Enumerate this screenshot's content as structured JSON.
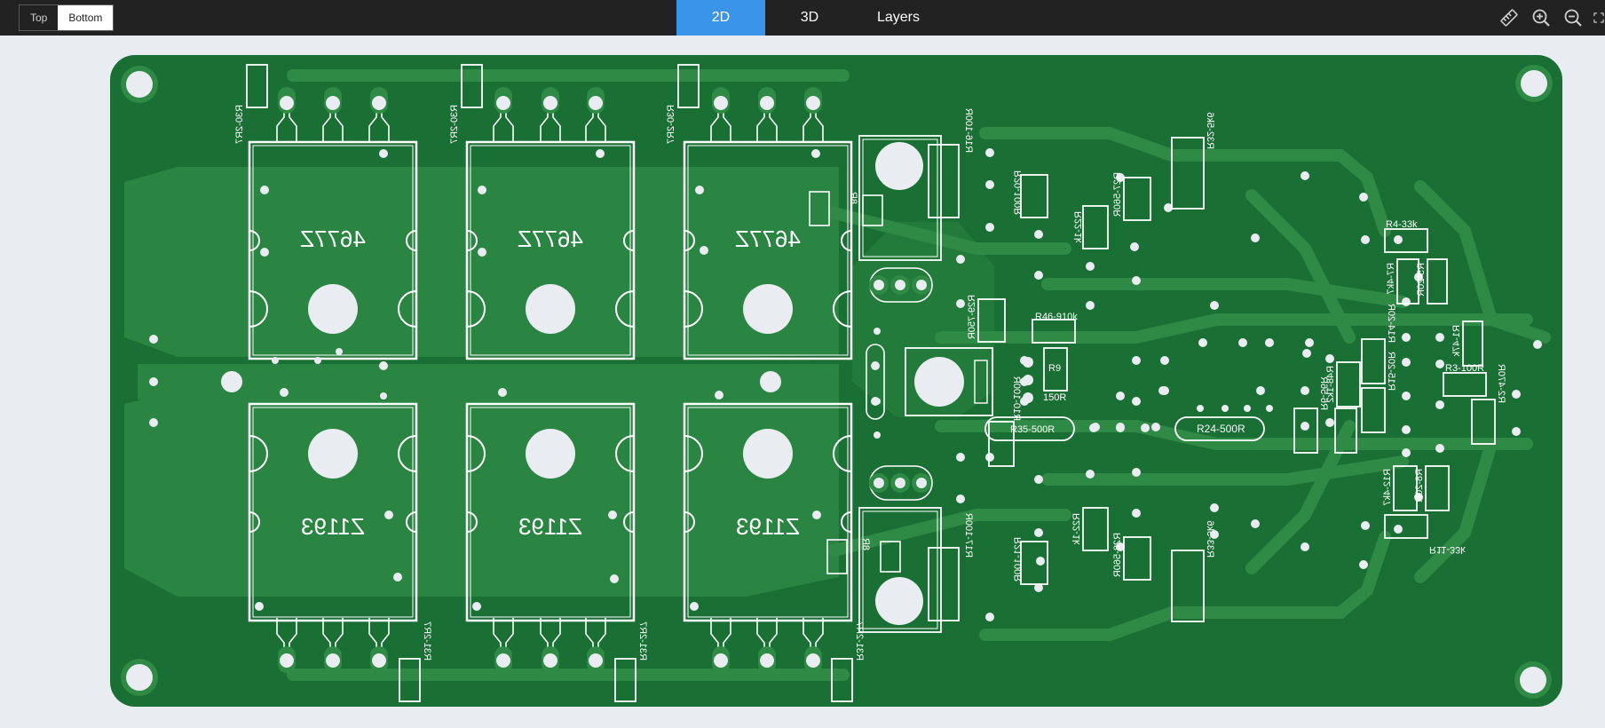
{
  "toolbar": {
    "side_toggle": {
      "top_label": "Top",
      "bottom_label": "Bottom",
      "selected": "Bottom"
    },
    "view_tabs": [
      {
        "label": "2D",
        "active": true
      },
      {
        "label": "3D",
        "active": false
      },
      {
        "label": "Layers",
        "active": false
      }
    ],
    "tools": [
      {
        "icon": "ruler-icon"
      },
      {
        "icon": "zoom-in-icon"
      },
      {
        "icon": "zoom-out-icon"
      },
      {
        "icon": "fit-screen-icon"
      }
    ]
  },
  "colors": {
    "toolbar_bg": "#222222",
    "tab_active": "#3a94e8",
    "board": "#1a6f34",
    "copper_pour": "#2e8a45",
    "silkscreen": "#ffffff",
    "pad": "#e9ecf0"
  },
  "board": {
    "ic_labels": [
      "4677Z",
      "4677Z",
      "4677Z",
      "Z1193",
      "Z1193",
      "Z1193"
    ],
    "components": {
      "r30a": "R30-2R7",
      "r30b": "R30-2R7",
      "r30c": "R30-2R7",
      "r31a": "R31-2R7",
      "r31b": "R31-2R7",
      "r31c": "R31-2R7",
      "r16": "R16-100R",
      "r17": "R17-100R",
      "r20": "R20-100R",
      "r21": "R21-100R",
      "r22a": "R22-1k",
      "r22b": "R22-1k",
      "r27": "R27-560R",
      "r28": "R28-560R",
      "r32": "R32-5k6",
      "r33": "R33-5k6",
      "r29": "R29-750R",
      "r46": "R46-910k",
      "r9": "R9",
      "r9val": "150R",
      "r35": "R35-500R",
      "r10": "R10-100R",
      "r24": "R24-500R",
      "r4": "R4-33k",
      "r7": "R7-4k7",
      "r5": "R5-20R",
      "r1": "R1-47k",
      "r3": "R3-100R",
      "r14": "R14-20R",
      "r48": "R48-1k2",
      "r15": "R15-20R",
      "r2": "R2-470R",
      "r6": "R6-56R",
      "r12": "R12-4k7",
      "r8": "R8-20R",
      "r11": "R11-33k",
      "q_top": "8R",
      "q_bot": "8R"
    }
  }
}
